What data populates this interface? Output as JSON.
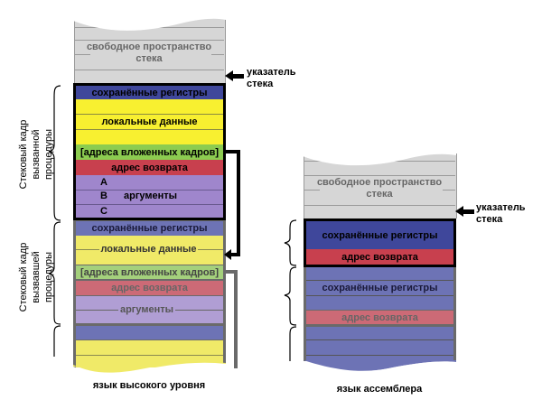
{
  "high_level": {
    "caption": "язык высокого уровня",
    "free_space": {
      "line1": "свободное пространство",
      "line2": "стека"
    },
    "stack_pointer": {
      "line1": "указатель",
      "line2": "стека"
    },
    "callee_frame": {
      "label_line1": "Стековый кадр",
      "label_line2": "вызванной",
      "label_line3": "процедуры",
      "saved_registers": "сохранённые регистры",
      "local_data": "локальные данные",
      "nested_frame_addresses": "[адреса вложенных кадров]",
      "return_address": "адрес возврата",
      "arguments": "аргументы",
      "arg_a": "A",
      "arg_b": "B",
      "arg_c": "C"
    },
    "caller_frame": {
      "label_line1": "Стековый кадр",
      "label_line2": "вызвавшей",
      "label_line3": "процедуры",
      "saved_registers": "сохранённые регистры",
      "local_data": "локальные данные",
      "nested_frame_addresses": "[адреса вложенных кадров]",
      "return_address": "адрес возврата",
      "arguments": "аргументы"
    }
  },
  "assembler": {
    "caption": "язык ассемблера",
    "free_space": {
      "line1": "свободное пространство",
      "line2": "стека"
    },
    "stack_pointer": {
      "line1": "указатель",
      "line2": "стека"
    },
    "callee_frame": {
      "saved_registers": "сохранённые регистры",
      "return_address": "адрес возврата"
    },
    "caller_frame": {
      "saved_registers": "сохранённые регистры",
      "return_address": "адрес возврата"
    }
  },
  "colors": {
    "free": "#d6d6d6",
    "blue": "#3f479b",
    "blue_faded": "#6d73b5",
    "yellow": "#f8f030",
    "yellow_faded": "#f0ea68",
    "green": "#8ccc50",
    "green_faded": "#a4d07c",
    "red": "#c8404e",
    "red_faded": "#cc6a76",
    "purple": "#9f86cc",
    "purple_faded": "#b09ed4"
  }
}
